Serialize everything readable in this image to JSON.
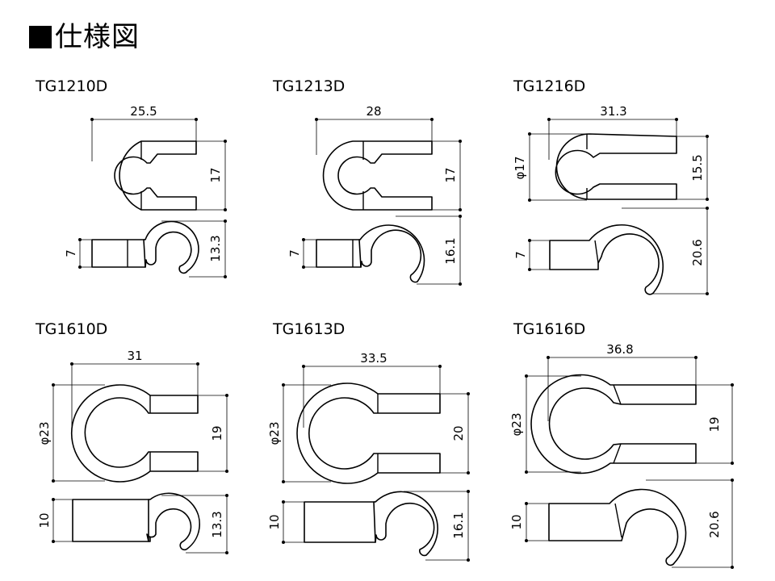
{
  "title": "仕様図",
  "models": [
    {
      "name": "TG1210D",
      "top_width": "25.5",
      "top_height": "17",
      "top_diameter": "",
      "side_thickness": "7",
      "side_height": "13.3"
    },
    {
      "name": "TG1213D",
      "top_width": "28",
      "top_height": "17",
      "top_diameter": "",
      "side_thickness": "7",
      "side_height": "16.1"
    },
    {
      "name": "TG1216D",
      "top_width": "31.3",
      "top_height": "15.5",
      "top_diameter": "φ17",
      "side_thickness": "7",
      "side_height": "20.6"
    },
    {
      "name": "TG1610D",
      "top_width": "31",
      "top_height": "19",
      "top_diameter": "φ23",
      "side_thickness": "10",
      "side_height": "13.3"
    },
    {
      "name": "TG1613D",
      "top_width": "33.5",
      "top_height": "20",
      "top_diameter": "φ23",
      "side_thickness": "10",
      "side_height": "16.1"
    },
    {
      "name": "TG1616D",
      "top_width": "36.8",
      "top_height": "19",
      "top_diameter": "φ23",
      "side_thickness": "10",
      "side_height": "20.6"
    }
  ]
}
